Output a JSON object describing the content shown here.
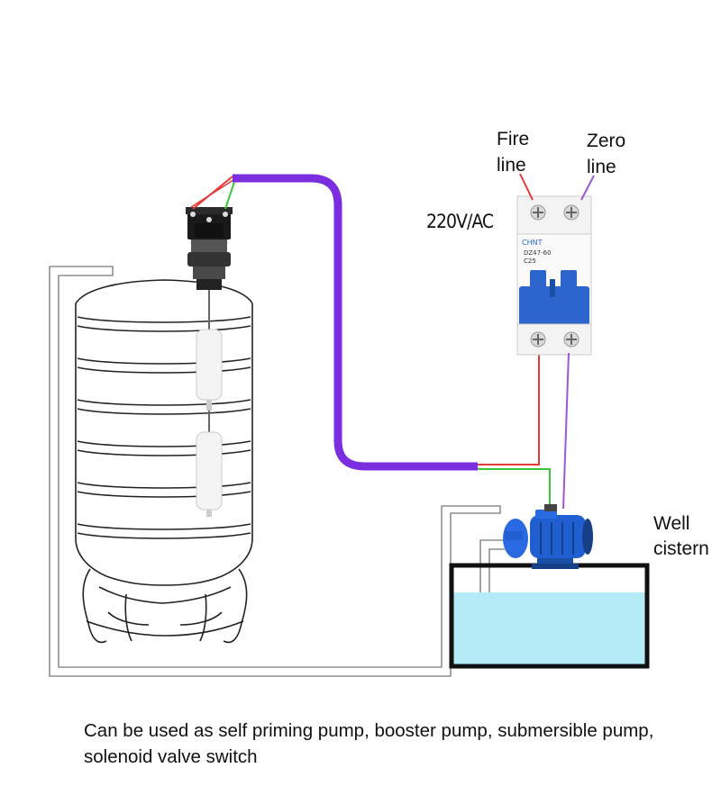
{
  "labels": {
    "fire": [
      "Fire",
      "line"
    ],
    "zero": [
      "Zero",
      "line"
    ],
    "voltage": "220V/AC",
    "well": [
      "Well",
      "cistern"
    ]
  },
  "breaker": {
    "brand": "CHNT",
    "model": "DZ47-60",
    "rating": "C25"
  },
  "caption": "Can be used as self priming pump, booster pump, submersible pump, solenoid valve switch",
  "colors": {
    "purple_cable": "#7a2ee0",
    "live_wire": "#e33a3a",
    "neutral_wire": "#9b59d0",
    "ground_wire": "#3cc43c",
    "breaker_blue": "#2c66cc",
    "water": "#b3ecf7",
    "pump_blue": "#1f5fd1"
  }
}
